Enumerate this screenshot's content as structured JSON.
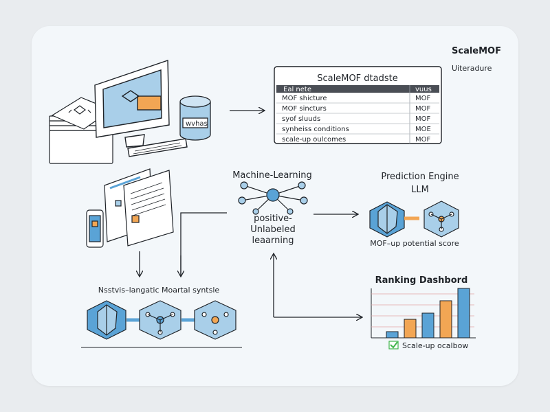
{
  "header": {
    "brand": "ScaleMOF",
    "subtitle": "Uiteradure"
  },
  "dataset": {
    "title": "ScaleMOF dtadste",
    "header_left": "Eal nete",
    "header_right": "vuus",
    "rows": [
      {
        "left": "MOF shicture",
        "right": "MOF"
      },
      {
        "left": "MOF sincturs",
        "right": "MOF"
      },
      {
        "left": "syof sluuds",
        "right": "MOF"
      },
      {
        "left": "synheiss conditions",
        "right": "MOE"
      },
      {
        "left": "scale-up oulcomes",
        "right": "MOF"
      }
    ]
  },
  "database": {
    "label": "wvhas"
  },
  "ml": {
    "title": "Machine-Learning",
    "line1": "positive-",
    "line2": "Unlabeled",
    "line3": "leaarning"
  },
  "prediction": {
    "title1": "Prediction Engine",
    "title2": "LLM",
    "caption": "MOF–up potential score"
  },
  "synthesis": {
    "caption": "Nsstvis–langatic Moartal syntsle"
  },
  "ranking": {
    "title": "Ranking Dashbord",
    "legend": "Scale-up ocalbow",
    "bars": [
      {
        "value": 1,
        "color": "#5aa3d6"
      },
      {
        "value": 3,
        "color": "#f2a654"
      },
      {
        "value": 4,
        "color": "#5aa3d6"
      },
      {
        "value": 6,
        "color": "#f2a654"
      },
      {
        "value": 8,
        "color": "#5aa3d6"
      }
    ],
    "max": 8
  },
  "colors": {
    "accent_blue": "#5aa3d6",
    "accent_orange": "#f2a654",
    "check_green": "#3fb54a",
    "ink": "#1f2328"
  }
}
